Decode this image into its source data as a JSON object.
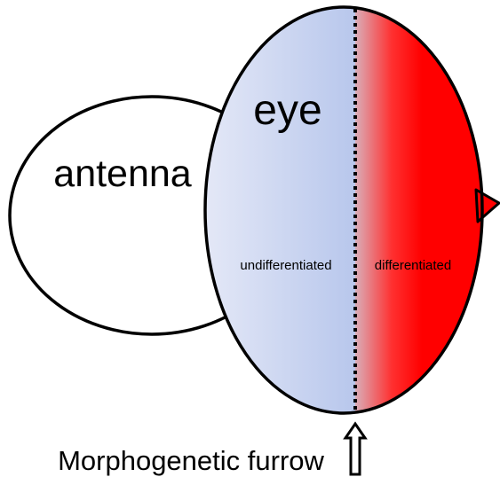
{
  "labels": {
    "eye": "eye",
    "antenna": "antenna",
    "undifferentiated": "undifferentiated",
    "differentiated": "differentiated",
    "furrow": "Morphogenetic furrow"
  },
  "colors": {
    "outline": "#000000",
    "undifferentiated_light": "#e4e8f7",
    "undifferentiated_dark": "#b8c7ec",
    "differentiated_light": "#d9aeb8",
    "differentiated_red": "#ff0000",
    "antenna_fill": "#ffffff"
  }
}
